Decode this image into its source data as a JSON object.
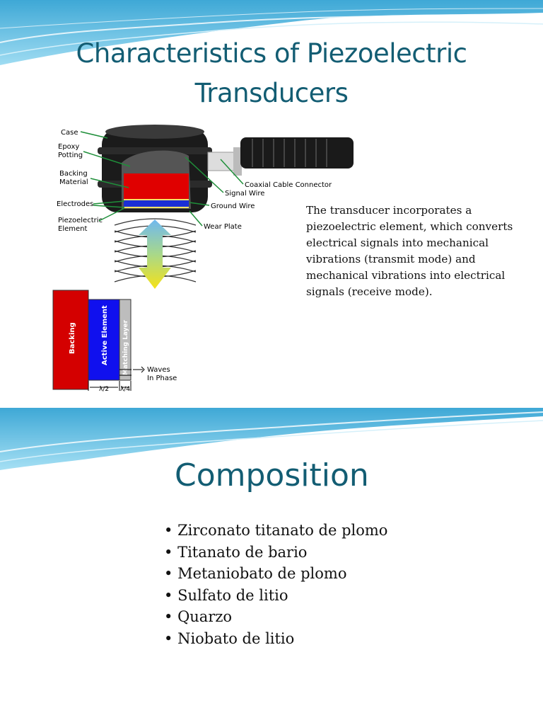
{
  "slide1": {
    "title_line1": "Characteristics of Piezoelectric",
    "title_line2": "Transducers",
    "description": "The transducer incorporates a piezoelectric element, which converts electrical signals into mechanical vibrations (transmit mode) and mechanical vibrations into electrical signals (receive mode).",
    "diagram_labels": {
      "case": "Case",
      "epoxy1": "Epoxy",
      "epoxy2": "Potting",
      "backing1": "Backing",
      "backing2": "Material",
      "electrodes": "Electrodes",
      "piezo1": "Piezoelectric",
      "piezo2": "Element",
      "coax": "Coaxial Cable Connector",
      "signal": "Signal Wire",
      "ground": "Ground Wire",
      "wear": "Wear Plate"
    },
    "layer_labels": {
      "backing": "Backing",
      "active": "Active Element",
      "matching": "Matching Layer",
      "waves1": "Waves",
      "waves2": "In Phase",
      "half": "λ/2",
      "quarter": "λ/4"
    }
  },
  "slide2": {
    "title": "Composition",
    "items": [
      "Zirconato titanato de plomo",
      "Titanato de bario",
      "Metaniobato de plomo",
      "Sulfato de litio",
      "Quarzo",
      "Niobato de litio"
    ]
  }
}
